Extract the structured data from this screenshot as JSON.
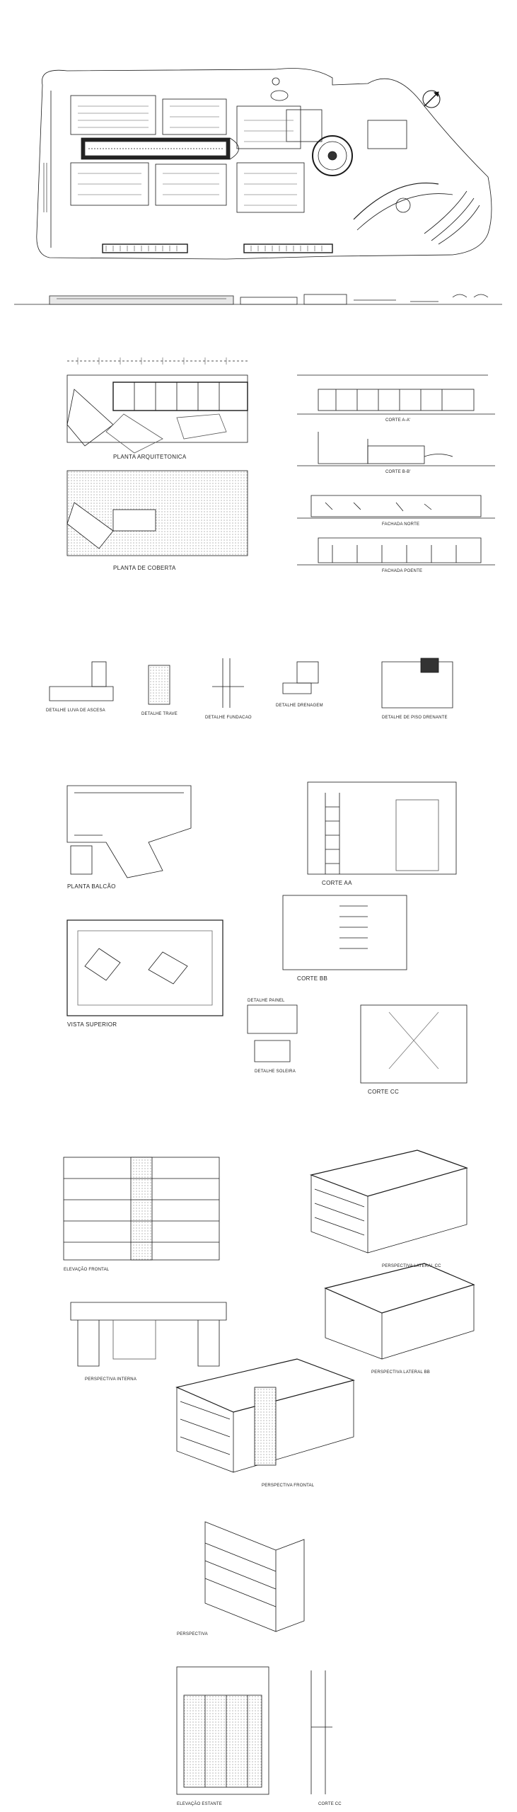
{
  "colors": {
    "ink": "#1a1a1a",
    "paper": "#ffffff",
    "hatch": "#777777"
  },
  "icons": {
    "north": "north-arrow-icon"
  },
  "sections": {
    "site": {},
    "kiosk": {
      "labels": {
        "plan": "PLANTA ARQUITETONICA",
        "cover": "PLANTA DE COBERTA",
        "cut_aa": "CORTE A-A'",
        "cut_bb": "CORTE B-B'",
        "facade_north": "FACHADA NORTE",
        "facade_west": "FACHADA POENTE"
      }
    },
    "details": {
      "labels": {
        "d1": "DETALHE LUVA DE ASCESA",
        "d2": "DETALHE TRAVE",
        "d3": "DETALHE FUNDACAO",
        "d4": "DETALHE DRENAGEM",
        "d5": "DETALHE DE PISO DRENANTE"
      }
    },
    "counter": {
      "labels": {
        "plan": "PLANTA BALCÃO",
        "top": "VISTA SUPERIOR",
        "cut_aa": "CORTE AA",
        "cut_bb": "CORTE BB",
        "cut_cc": "CORTE CC",
        "panel": "DETALHE PAINEL",
        "base": "DETALHE SOLEIRA"
      }
    },
    "perspectives": {
      "labels": {
        "front_elev": "ELEVAÇÃO FRONTAL",
        "lateral_cc": "PERSPECTIVA LATERAL CC",
        "internal": "PERSPECTIVA INTERNA",
        "lateral_bb": "PERSPECTIVA LATERAL BB",
        "frontal": "PERSPECTIVA FRONTAL"
      }
    },
    "shelf": {
      "labels": {
        "persp": "PERSPECTIVA"
      }
    },
    "cabinet": {
      "labels": {
        "elev": "ELEVAÇÃO ESTANTE",
        "cut": "CORTE CC"
      }
    }
  }
}
